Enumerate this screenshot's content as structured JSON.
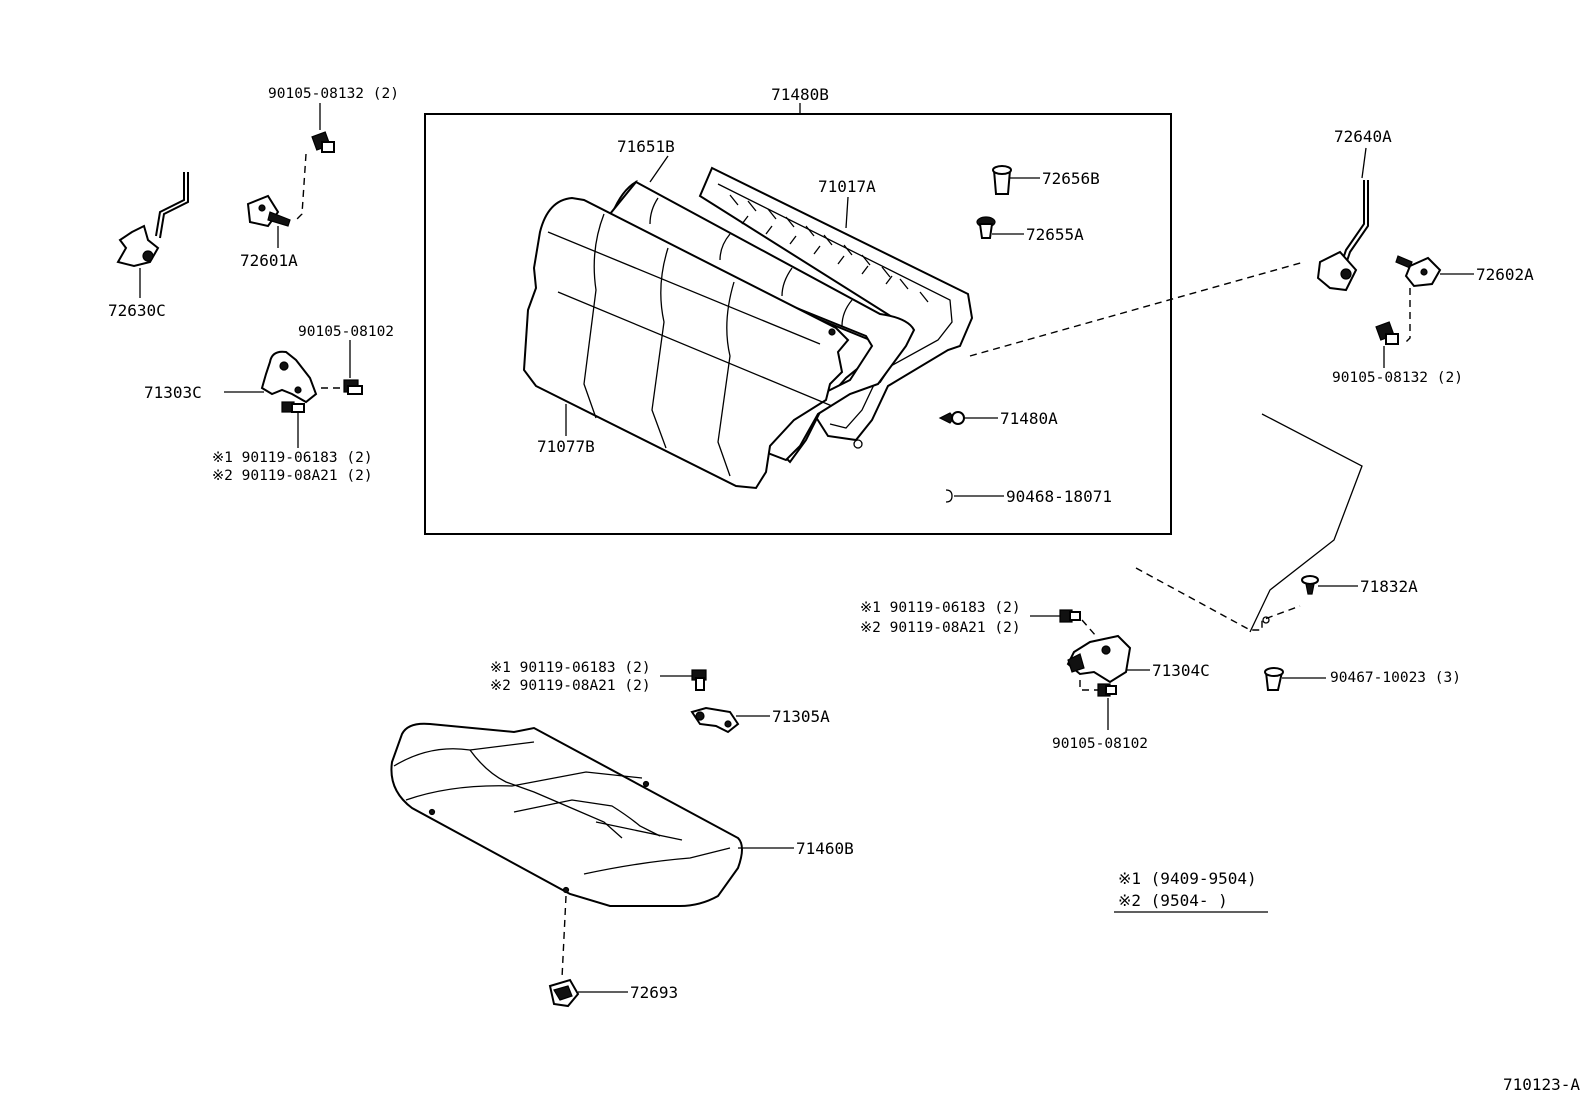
{
  "parts": {
    "p71480B": "71480B",
    "p71651B": "71651B",
    "p71017A": "71017A",
    "p72656B": "72656B",
    "p72655A": "72655A",
    "p71077B": "71077B",
    "p71480A": "71480A",
    "p90468": "90468-18071",
    "p90105_08132_left": "90105-08132 (2)",
    "p72601A": "72601A",
    "p72630C": "72630C",
    "p90105_08102_left": "90105-08102",
    "p71303C": "71303C",
    "left_note1": "※1 90119-06183 (2)",
    "left_note2": "※2 90119-08A21 (2)",
    "p72640A": "72640A",
    "p72602A": "72602A",
    "p90105_08132_right": "90105-08132 (2)",
    "p71832A": "71832A",
    "right_note1": "※1 90119-06183 (2)",
    "right_note2": "※2 90119-08A21 (2)",
    "p71304C": "71304C",
    "p90467": "90467-10023 (3)",
    "p90105_08102_right": "90105-08102",
    "center_note1": "※1 90119-06183 (2)",
    "center_note2": "※2 90119-08A21 (2)",
    "p71305A": "71305A",
    "p71460B": "71460B",
    "p72693": "72693"
  },
  "legend": {
    "line1": "※1 (9409-9504)",
    "line2": "※2 (9504-      )"
  },
  "diagram_code": "710123-A"
}
